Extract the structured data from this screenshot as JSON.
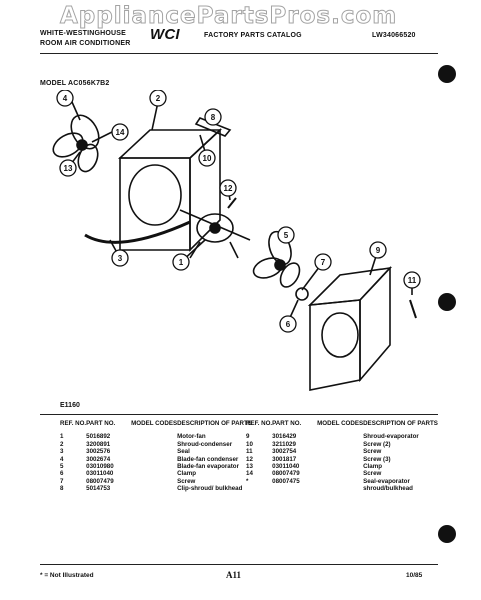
{
  "watermark": "AppliancePartsPros.com",
  "header": {
    "brand_line1": "WHITE-WESTINGHOUSE",
    "brand_line2": "ROOM AIR CONDITIONER",
    "logo": "WCI",
    "catalog_title": "FACTORY PARTS CATALOG",
    "catalog_number": "LW34066520",
    "model_label": "MODEL AC056K7B2"
  },
  "diagram": {
    "drawing_code": "E1160",
    "callouts": [
      "1",
      "2",
      "3",
      "4",
      "5",
      "6",
      "7",
      "8",
      "9",
      "10",
      "11",
      "12",
      "13",
      "14"
    ]
  },
  "columns": {
    "ref_no": "REF. NO.",
    "part_no": "PART NO.",
    "model_codes": "MODEL CODES",
    "description": "DESCRIPTION OF PARTS"
  },
  "parts_left": [
    {
      "ref": "1",
      "part": "5016892",
      "desc": "Motor-fan"
    },
    {
      "ref": "2",
      "part": "3200891",
      "desc": "Shroud-condenser"
    },
    {
      "ref": "3",
      "part": "3002576",
      "desc": "Seal"
    },
    {
      "ref": "4",
      "part": "3002674",
      "desc": "Blade-fan condenser"
    },
    {
      "ref": "5",
      "part": "03010980",
      "desc": "Blade-fan evaporator"
    },
    {
      "ref": "6",
      "part": "03011040",
      "desc": "Clamp"
    },
    {
      "ref": "7",
      "part": "08007479",
      "desc": "Screw"
    },
    {
      "ref": "8",
      "part": "5014753",
      "desc": "Clip-shroud/ bulkhead"
    }
  ],
  "parts_right": [
    {
      "ref": "9",
      "part": "3016429",
      "desc": "Shroud-evaporator"
    },
    {
      "ref": "10",
      "part": "3211029",
      "desc": "Screw (2)"
    },
    {
      "ref": "11",
      "part": "3002754",
      "desc": "Screw"
    },
    {
      "ref": "12",
      "part": "3001817",
      "desc": "Screw (3)"
    },
    {
      "ref": "13",
      "part": "03011040",
      "desc": "Clamp"
    },
    {
      "ref": "14",
      "part": "08007479",
      "desc": "Screw"
    },
    {
      "ref": "*",
      "part": "08007475",
      "desc": "Seal-evaporator shroud/bulkhead"
    }
  ],
  "footer": {
    "note": "* = Not Illustrated",
    "page": "A11",
    "date": "10/85"
  }
}
